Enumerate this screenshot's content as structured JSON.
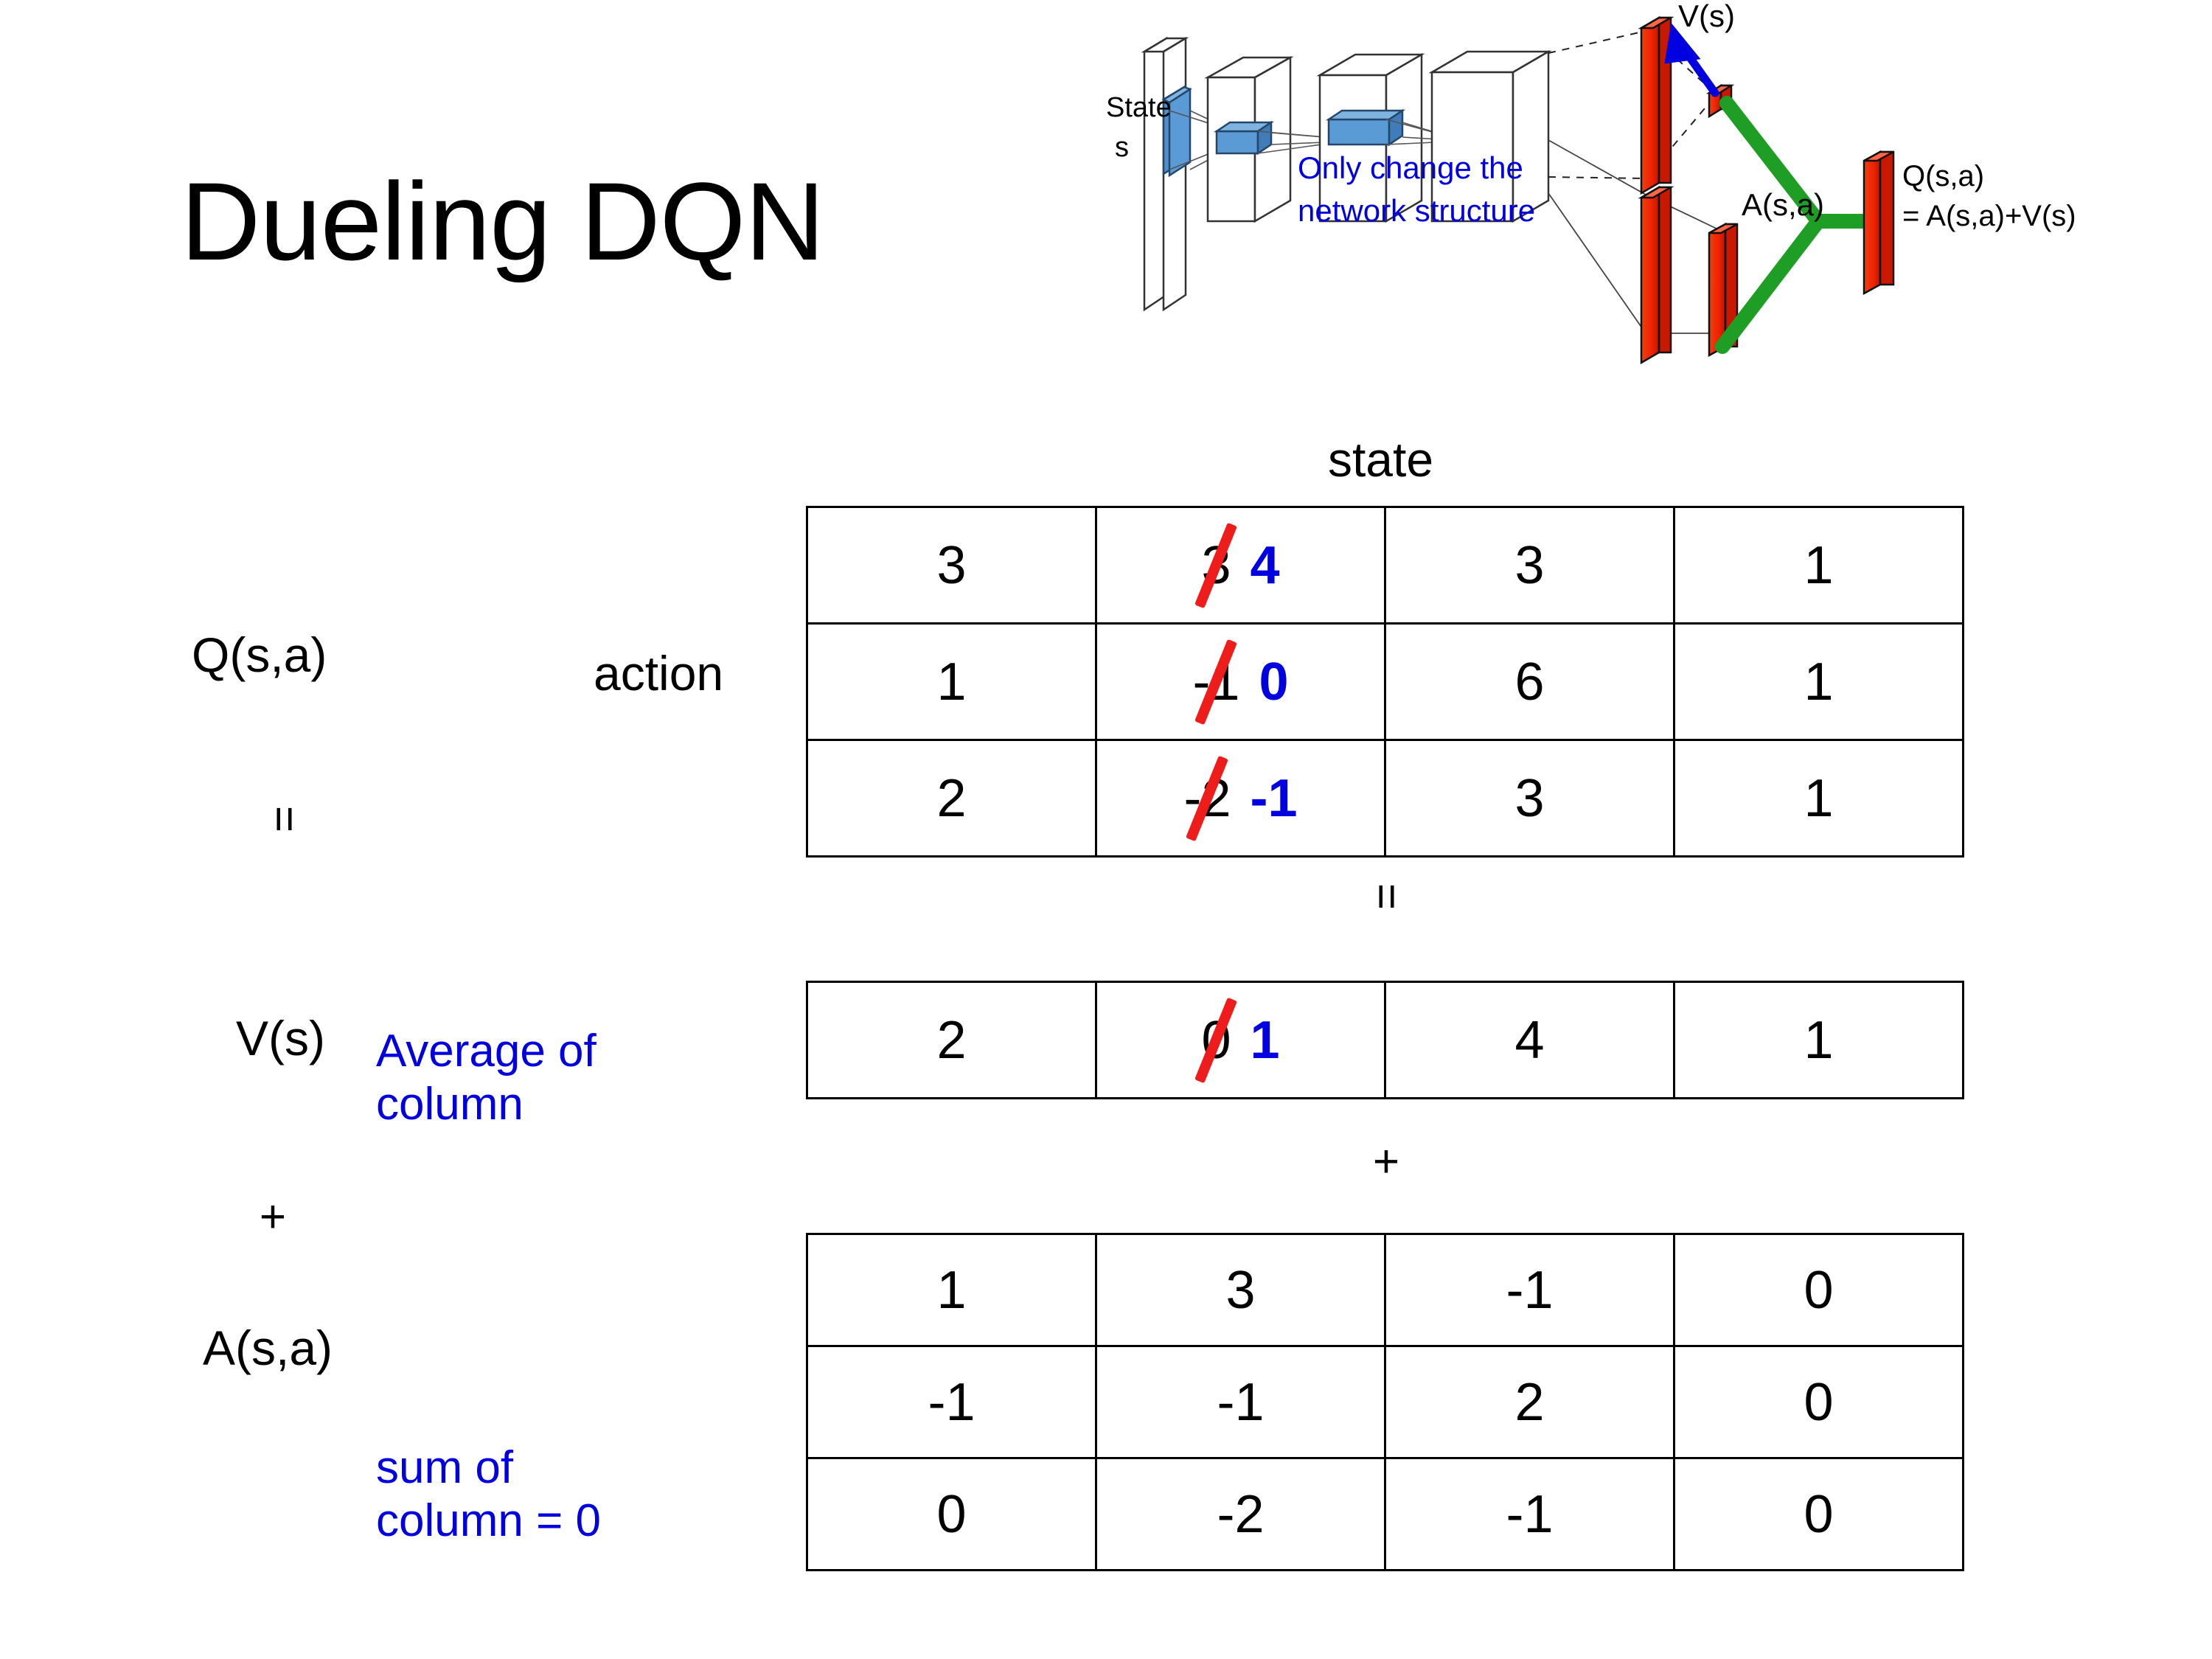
{
  "slide": {
    "title": "Dueling DQN"
  },
  "diagram": {
    "state_label_line1": "State",
    "state_label_line2": "s",
    "note_line1": "Only change the",
    "note_line2": "network structure",
    "value_output": "V(s)",
    "advantage_output": "A(s,a)",
    "q_output_line1": "Q(s,a)",
    "q_output_line2": "= A(s,a)+V(s)",
    "colors": {
      "filter_blue": "#5B9BD5",
      "output_red": "#EE2200",
      "merge_green": "#1F9E26",
      "arrow_blue": "#0000E0",
      "note_blue": "#0000E0"
    }
  },
  "labels": {
    "state_header": "state",
    "action_header": "action",
    "q_label": "Q(s,a)",
    "v_label": "V(s)",
    "a_label": "A(s,a)",
    "equals_left": "=",
    "plus_left": "+",
    "equals_mid": "=",
    "plus_mid": "+",
    "avg_note_line1": "Average of",
    "avg_note_line2": "column",
    "sum_note_line1": "sum of",
    "sum_note_line2": "column = 0"
  },
  "colors": {
    "correction_blue": "#0000E0",
    "strike_red": "#EF1C1C",
    "annotation_blue": "#0000E0",
    "grid_line": "#000000"
  },
  "chart_data": {
    "type": "table",
    "title": "Dueling DQN value decomposition tables",
    "xlabel": "state",
    "ylabel": "action",
    "tables": [
      {
        "name": "Q(s,a)",
        "rows": 3,
        "cols": 4,
        "values": [
          [
            {
              "value": "3"
            },
            {
              "value": "3",
              "struck": true,
              "corrected": "4"
            },
            {
              "value": "3"
            },
            {
              "value": "1"
            }
          ],
          [
            {
              "value": "1"
            },
            {
              "value": "-1",
              "struck": true,
              "corrected": "0"
            },
            {
              "value": "6"
            },
            {
              "value": "1"
            }
          ],
          [
            {
              "value": "2"
            },
            {
              "value": "-2",
              "struck": true,
              "corrected": "-1"
            },
            {
              "value": "3"
            },
            {
              "value": "1"
            }
          ]
        ]
      },
      {
        "name": "V(s)",
        "rows": 1,
        "cols": 4,
        "values": [
          [
            {
              "value": "2"
            },
            {
              "value": "0",
              "struck": true,
              "corrected": "1"
            },
            {
              "value": "4"
            },
            {
              "value": "1"
            }
          ]
        ]
      },
      {
        "name": "A(s,a)",
        "rows": 3,
        "cols": 4,
        "values": [
          [
            {
              "value": "1"
            },
            {
              "value": "3"
            },
            {
              "value": "-1"
            },
            {
              "value": "0"
            }
          ],
          [
            {
              "value": "-1"
            },
            {
              "value": "-1"
            },
            {
              "value": "2"
            },
            {
              "value": "0"
            }
          ],
          [
            {
              "value": "0"
            },
            {
              "value": "-2"
            },
            {
              "value": "-1"
            },
            {
              "value": "0"
            }
          ]
        ]
      }
    ]
  }
}
